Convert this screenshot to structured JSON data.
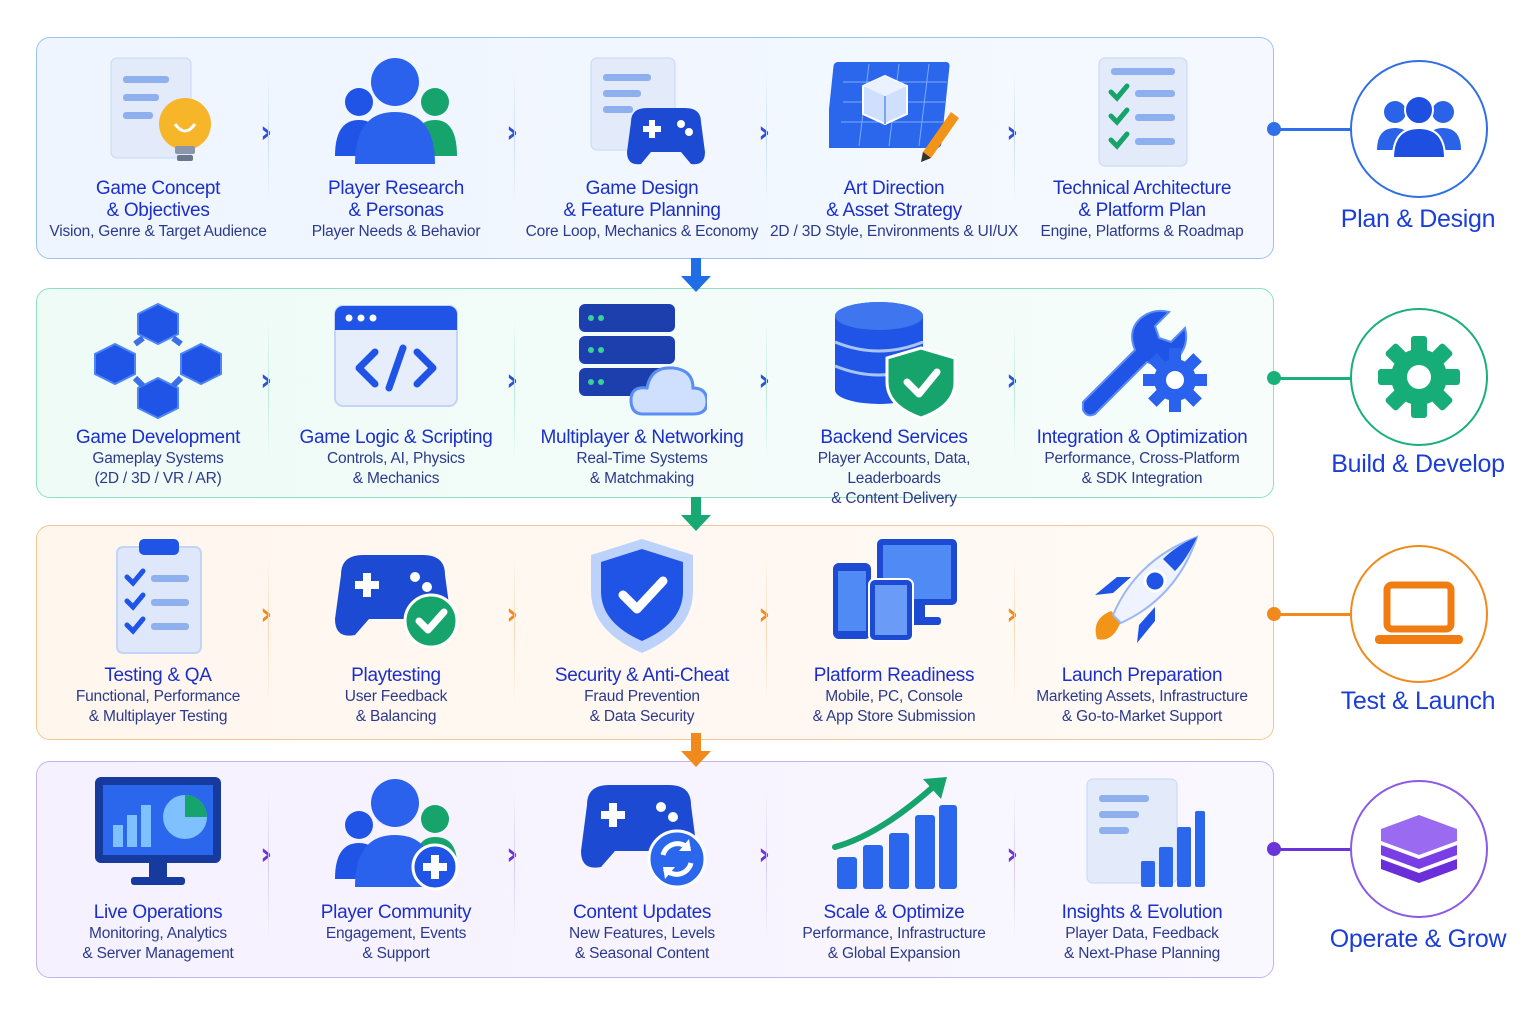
{
  "phases": [
    {
      "label": "Plan & Design",
      "color": "#1b3fd6",
      "steps": [
        {
          "title": "Game Concept\n& Objectives",
          "desc": "Vision, Genre & Target Audience",
          "icon": "lightbulb-document-icon"
        },
        {
          "title": "Player Research\n& Personas",
          "desc": "Player Needs & Behavior",
          "icon": "people-group-icon"
        },
        {
          "title": "Game Design\n& Feature Planning",
          "desc": "Core Loop, Mechanics & Economy",
          "icon": "design-doc-gamepad-icon"
        },
        {
          "title": "Art Direction\n& Asset Strategy",
          "desc": "2D / 3D Style, Environments & UI/UX",
          "icon": "blueprint-cube-icon"
        },
        {
          "title": "Technical Architecture\n& Platform Plan",
          "desc": "Engine, Platforms & Roadmap",
          "icon": "checklist-icon"
        }
      ]
    },
    {
      "label": "Build & Develop",
      "color": "#1b3fd6",
      "steps": [
        {
          "title": "Game Development",
          "desc": "Gameplay Systems\n(2D / 3D / VR / AR)",
          "icon": "cubes-network-icon"
        },
        {
          "title": "Game Logic & Scripting",
          "desc": "Controls, AI, Physics\n& Mechanics",
          "icon": "code-window-icon"
        },
        {
          "title": "Multiplayer & Networking",
          "desc": "Real-Time Systems\n& Matchmaking",
          "icon": "server-cloud-icon"
        },
        {
          "title": "Backend Services",
          "desc": "Player Accounts, Data, Leaderboards\n& Content Delivery",
          "icon": "database-shield-icon"
        },
        {
          "title": "Integration & Optimization",
          "desc": "Performance, Cross-Platform\n& SDK Integration",
          "icon": "wrench-gear-icon"
        }
      ]
    },
    {
      "label": "Test & Launch",
      "color": "#1b3fd6",
      "steps": [
        {
          "title": "Testing & QA",
          "desc": "Functional, Performance\n& Multiplayer Testing",
          "icon": "clipboard-checklist-icon"
        },
        {
          "title": "Playtesting",
          "desc": "User Feedback\n& Balancing",
          "icon": "gamepad-check-icon"
        },
        {
          "title": "Security & Anti-Cheat",
          "desc": "Fraud Prevention\n& Data Security",
          "icon": "shield-check-icon"
        },
        {
          "title": "Platform Readiness",
          "desc": "Mobile, PC, Console\n& App Store Submission",
          "icon": "devices-icon"
        },
        {
          "title": "Launch Preparation",
          "desc": "Marketing Assets, Infrastructure\n& Go-to-Market Support",
          "icon": "rocket-icon"
        }
      ]
    },
    {
      "label": "Operate & Grow",
      "color": "#1b3fd6",
      "steps": [
        {
          "title": "Live Operations",
          "desc": "Monitoring, Analytics\n& Server Management",
          "icon": "monitor-dashboard-icon"
        },
        {
          "title": "Player Community",
          "desc": "Engagement, Events\n& Support",
          "icon": "people-add-icon"
        },
        {
          "title": "Content Updates",
          "desc": "New Features, Levels\n& Seasonal Content",
          "icon": "gamepad-refresh-icon"
        },
        {
          "title": "Scale & Optimize",
          "desc": "Performance, Infrastructure\n& Global Expansion",
          "icon": "growth-bars-icon"
        },
        {
          "title": "Insights & Evolution",
          "desc": "Player Data, Feedback\n& Next-Phase Planning",
          "icon": "report-bars-icon"
        }
      ]
    }
  ],
  "theme": {
    "plan": "#2f6fe8",
    "build": "#19b07a",
    "test": "#f08a1c",
    "operate": "#6a35d8",
    "icon_blue": "#1f54e6",
    "title_text": "#1b2fc9"
  }
}
